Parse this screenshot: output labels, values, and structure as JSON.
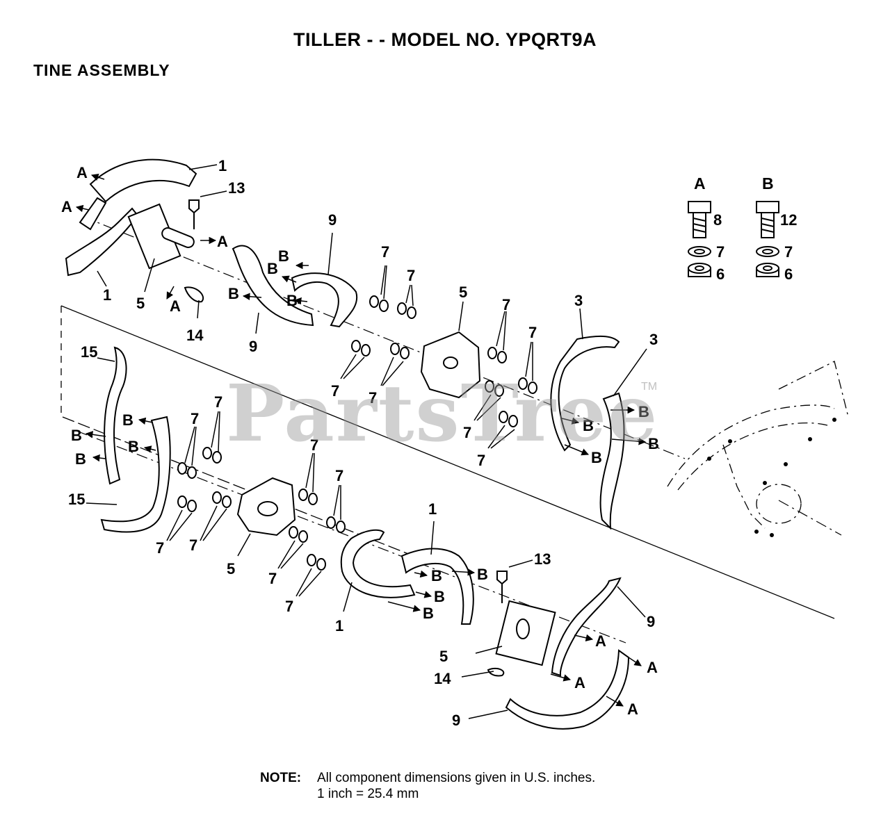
{
  "title": "TILLER - - MODEL NO. YPQRT9A",
  "subtitle": "TINE ASSEMBLY",
  "watermark": "PartsTree",
  "watermark_tm": "TM",
  "note": {
    "label": "NOTE:",
    "line1": "All component dimensions given in U.S. inches.",
    "line2": "1 inch = 25.4 mm"
  },
  "hardware_key": {
    "a": {
      "letter": "A",
      "bolt": "8",
      "lockwasher": "7",
      "nut": "6"
    },
    "b": {
      "letter": "B",
      "bolt": "12",
      "lockwasher": "7",
      "nut": "6"
    }
  },
  "callouts": {
    "tine_1": "1",
    "tine_3": "3",
    "hub_5": "5",
    "lockwasher_7": "7",
    "tine_9": "9",
    "pin_13": "13",
    "hairpin_14": "14",
    "tine_15": "15",
    "ref_a": "A",
    "ref_b": "B"
  }
}
